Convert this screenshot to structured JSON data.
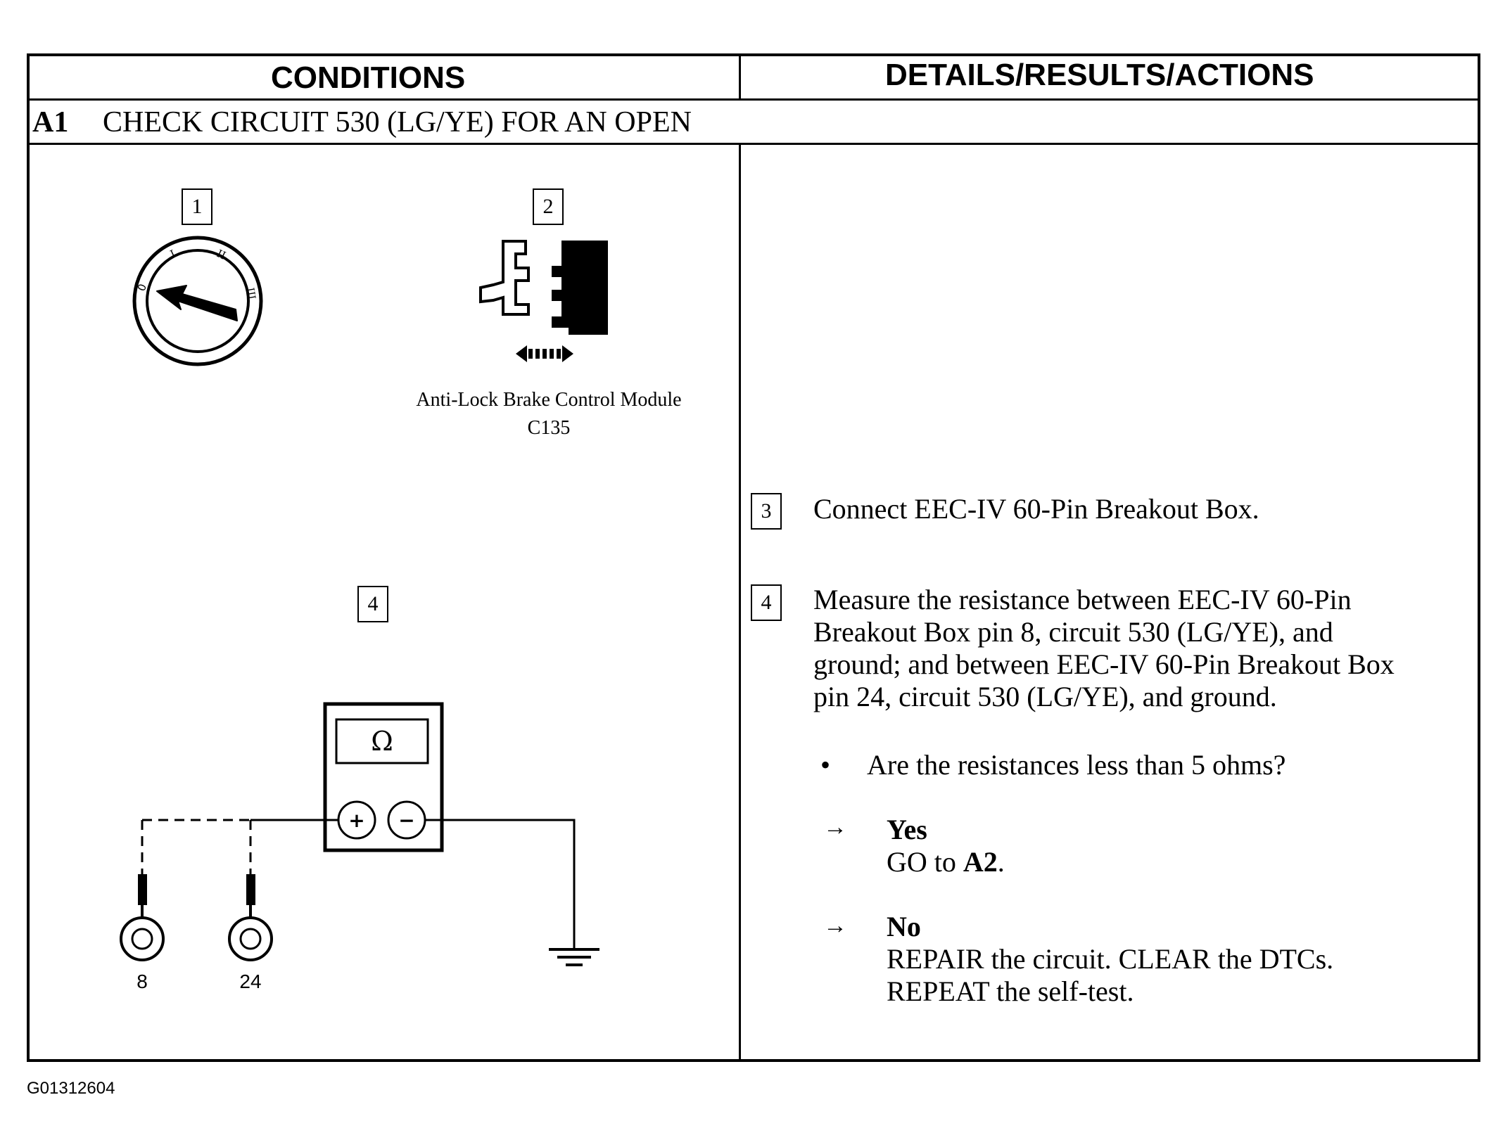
{
  "table": {
    "header_left": "CONDITIONS",
    "header_right": "DETAILS/RESULTS/ACTIONS",
    "step_id": "A1",
    "step_title": "CHECK CIRCUIT 530 (LG/YE) FOR AN OPEN"
  },
  "conditions": {
    "step1_num": "1",
    "step2_num": "2",
    "step4_num": "4",
    "ignition_icon": "ignition-switch-off-icon",
    "connector_icon": "connector-disconnect-icon",
    "connector_caption_line1": "Anti-Lock Brake Control Module",
    "connector_caption_line2": "C135",
    "meter_symbol": "Ω",
    "meter_plus": "+",
    "meter_minus": "−",
    "pin_a_label": "8",
    "pin_b_label": "24",
    "ground_icon": "ground-symbol-icon",
    "ignition_marks": [
      "0",
      "I",
      "II",
      "III"
    ]
  },
  "actions": {
    "step3_num": "3",
    "step3_text": "Connect EEC-IV 60-Pin Breakout Box.",
    "step4_num": "4",
    "step4_text_lines": [
      "Measure the resistance between EEC-IV 60-Pin",
      "Breakout Box pin 8, circuit 530 (LG/YE), and",
      "ground; and between EEC-IV 60-Pin Breakout Box",
      "pin 24, circuit 530 (LG/YE), and ground."
    ],
    "question": "Are the resistances less than 5 ohms?",
    "yes_label": "Yes",
    "yes_action_prefix": "GO to ",
    "yes_action_target": "A2",
    "yes_action_suffix": ".",
    "no_label": "No",
    "no_action_line1": "REPAIR the circuit. CLEAR the DTCs.",
    "no_action_line2": "REPEAT the self-test.",
    "arrow_glyph": "→",
    "bullet_glyph": "•"
  },
  "figure_id": "G01312604"
}
